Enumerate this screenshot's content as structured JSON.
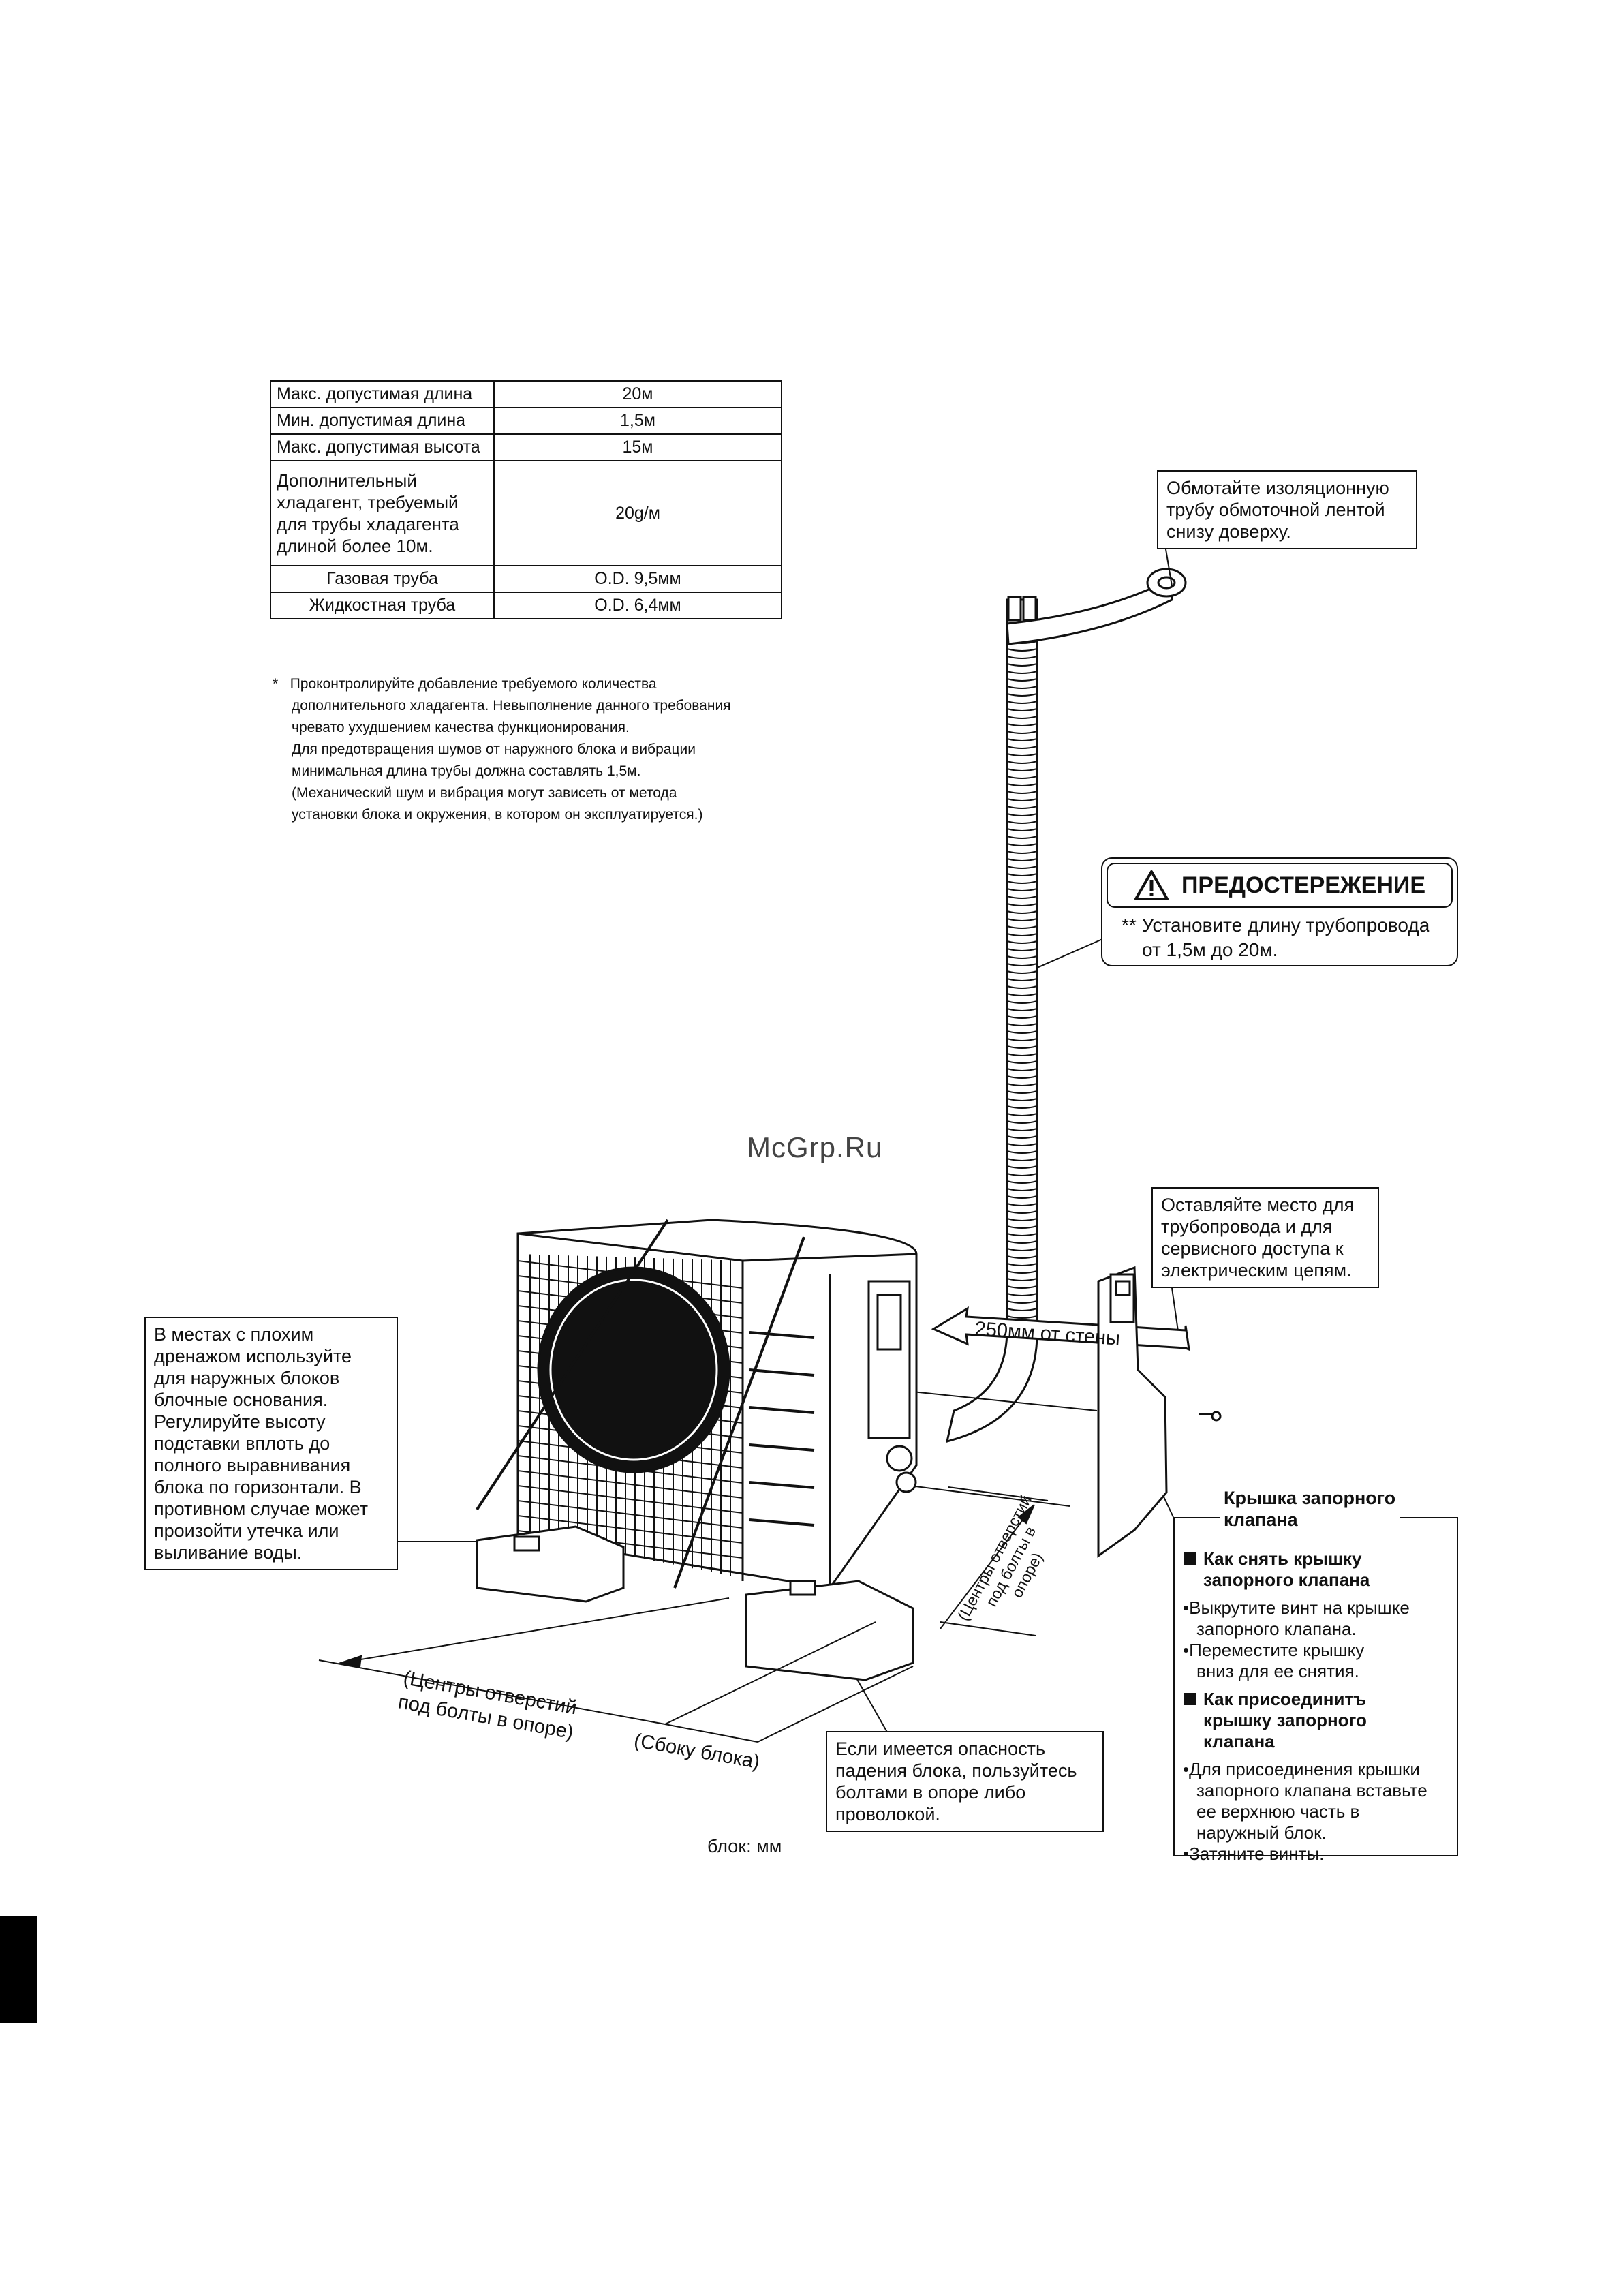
{
  "spec_table": {
    "rows": [
      {
        "label": "Макс. допустимая длина",
        "value": "20м"
      },
      {
        "label": "Мин. допустимая длина",
        "value": "1,5м"
      },
      {
        "label": "Макс. допустимая высота",
        "value": "15м"
      },
      {
        "label": "Дополнительный хладагент, требуемый для трубы хладагента длиной более 10м.",
        "value": "20g/м"
      },
      {
        "label": "Газовая труба",
        "value": "O.D. 9,5мм"
      },
      {
        "label": "Жидкостная труба",
        "value": "O.D. 6,4мм"
      }
    ]
  },
  "notes": {
    "marker": "*",
    "line1": "Проконтролируйте добавление требуемого количества",
    "line2": "дополнительного хладагента. Невыполнение данного требования",
    "line3": "чревато ухудшением качества функционирования.",
    "line4": "Для предотвращения шумов от наружного блока и вибрации",
    "line5": "минимальная длина трубы должна составлять 1,5м.",
    "line6": "(Механический шум и вибрация могут зависеть от метода",
    "line7": "установки блока и окружения, в котором он эксплуатируется.)"
  },
  "callouts": {
    "tape": {
      "l1": "Обмотайте изоляционную",
      "l2": "трубу обмоточной лентой",
      "l3": "снизу доверху."
    },
    "space": {
      "l1": "Оставляйте место для",
      "l2": "трубопровода и для",
      "l3": "сервисного доступа к",
      "l4": "электрическим цепям."
    },
    "drain": {
      "l1": "В местах с плохим",
      "l2": "дренажом используйте",
      "l3": "для наружных блоков",
      "l4": "блочные основания.",
      "l5": "Регулируйте высоту",
      "l6": "подставки вплоть до",
      "l7": "полного выравнивания",
      "l8": "блока по горизонтали. В",
      "l9": "противном случае может",
      "l10": "произойти утечка или",
      "l11": "выливание воды."
    },
    "fall": {
      "l1": "Если имеется опасность",
      "l2": "падения блока, пользуйтесь",
      "l3": "болтами в опоре либо",
      "l4": "проволокой."
    }
  },
  "warning": {
    "title": "ПРЕДОСТЕРЕЖЕНИЕ",
    "marker": "**",
    "line1": "Установите длину трубопровода",
    "line2": "от 1,5м до 20м."
  },
  "valve": {
    "title1": "Крышка запорного",
    "title2": "клапана",
    "remove_h1": "Как снять крышку",
    "remove_h2": "запорного клапана",
    "remove_1a": "•Выкрутите винт на крышке",
    "remove_1b": "запорного клапана.",
    "remove_2a": "•Переместите крышку",
    "remove_2b": "вниз для ее снятия.",
    "attach_h1": "Как присоединитъ",
    "attach_h2": "крышку запорного",
    "attach_h3": "клапана",
    "attach_1a": "•Для присоединения крышки",
    "attach_1b": "запорного клапана вставьте",
    "attach_1c": "ее верхнюю часть в",
    "attach_1d": "наружный блок.",
    "attach_2": "•Затяните винты."
  },
  "diagram": {
    "wall_distance": "250мм от стены",
    "bolt_centers_l1": "(Центры отверстий",
    "bolt_centers_l2": "под болты в опоре)",
    "unit_side": "(Сбоку блока)",
    "bolt_side_l1": "(Центры отверстий",
    "bolt_side_l2": "под болты в",
    "bolt_side_l3": "опоре)"
  },
  "watermark": "McGrp.Ru",
  "unit_note": "блок: мм"
}
